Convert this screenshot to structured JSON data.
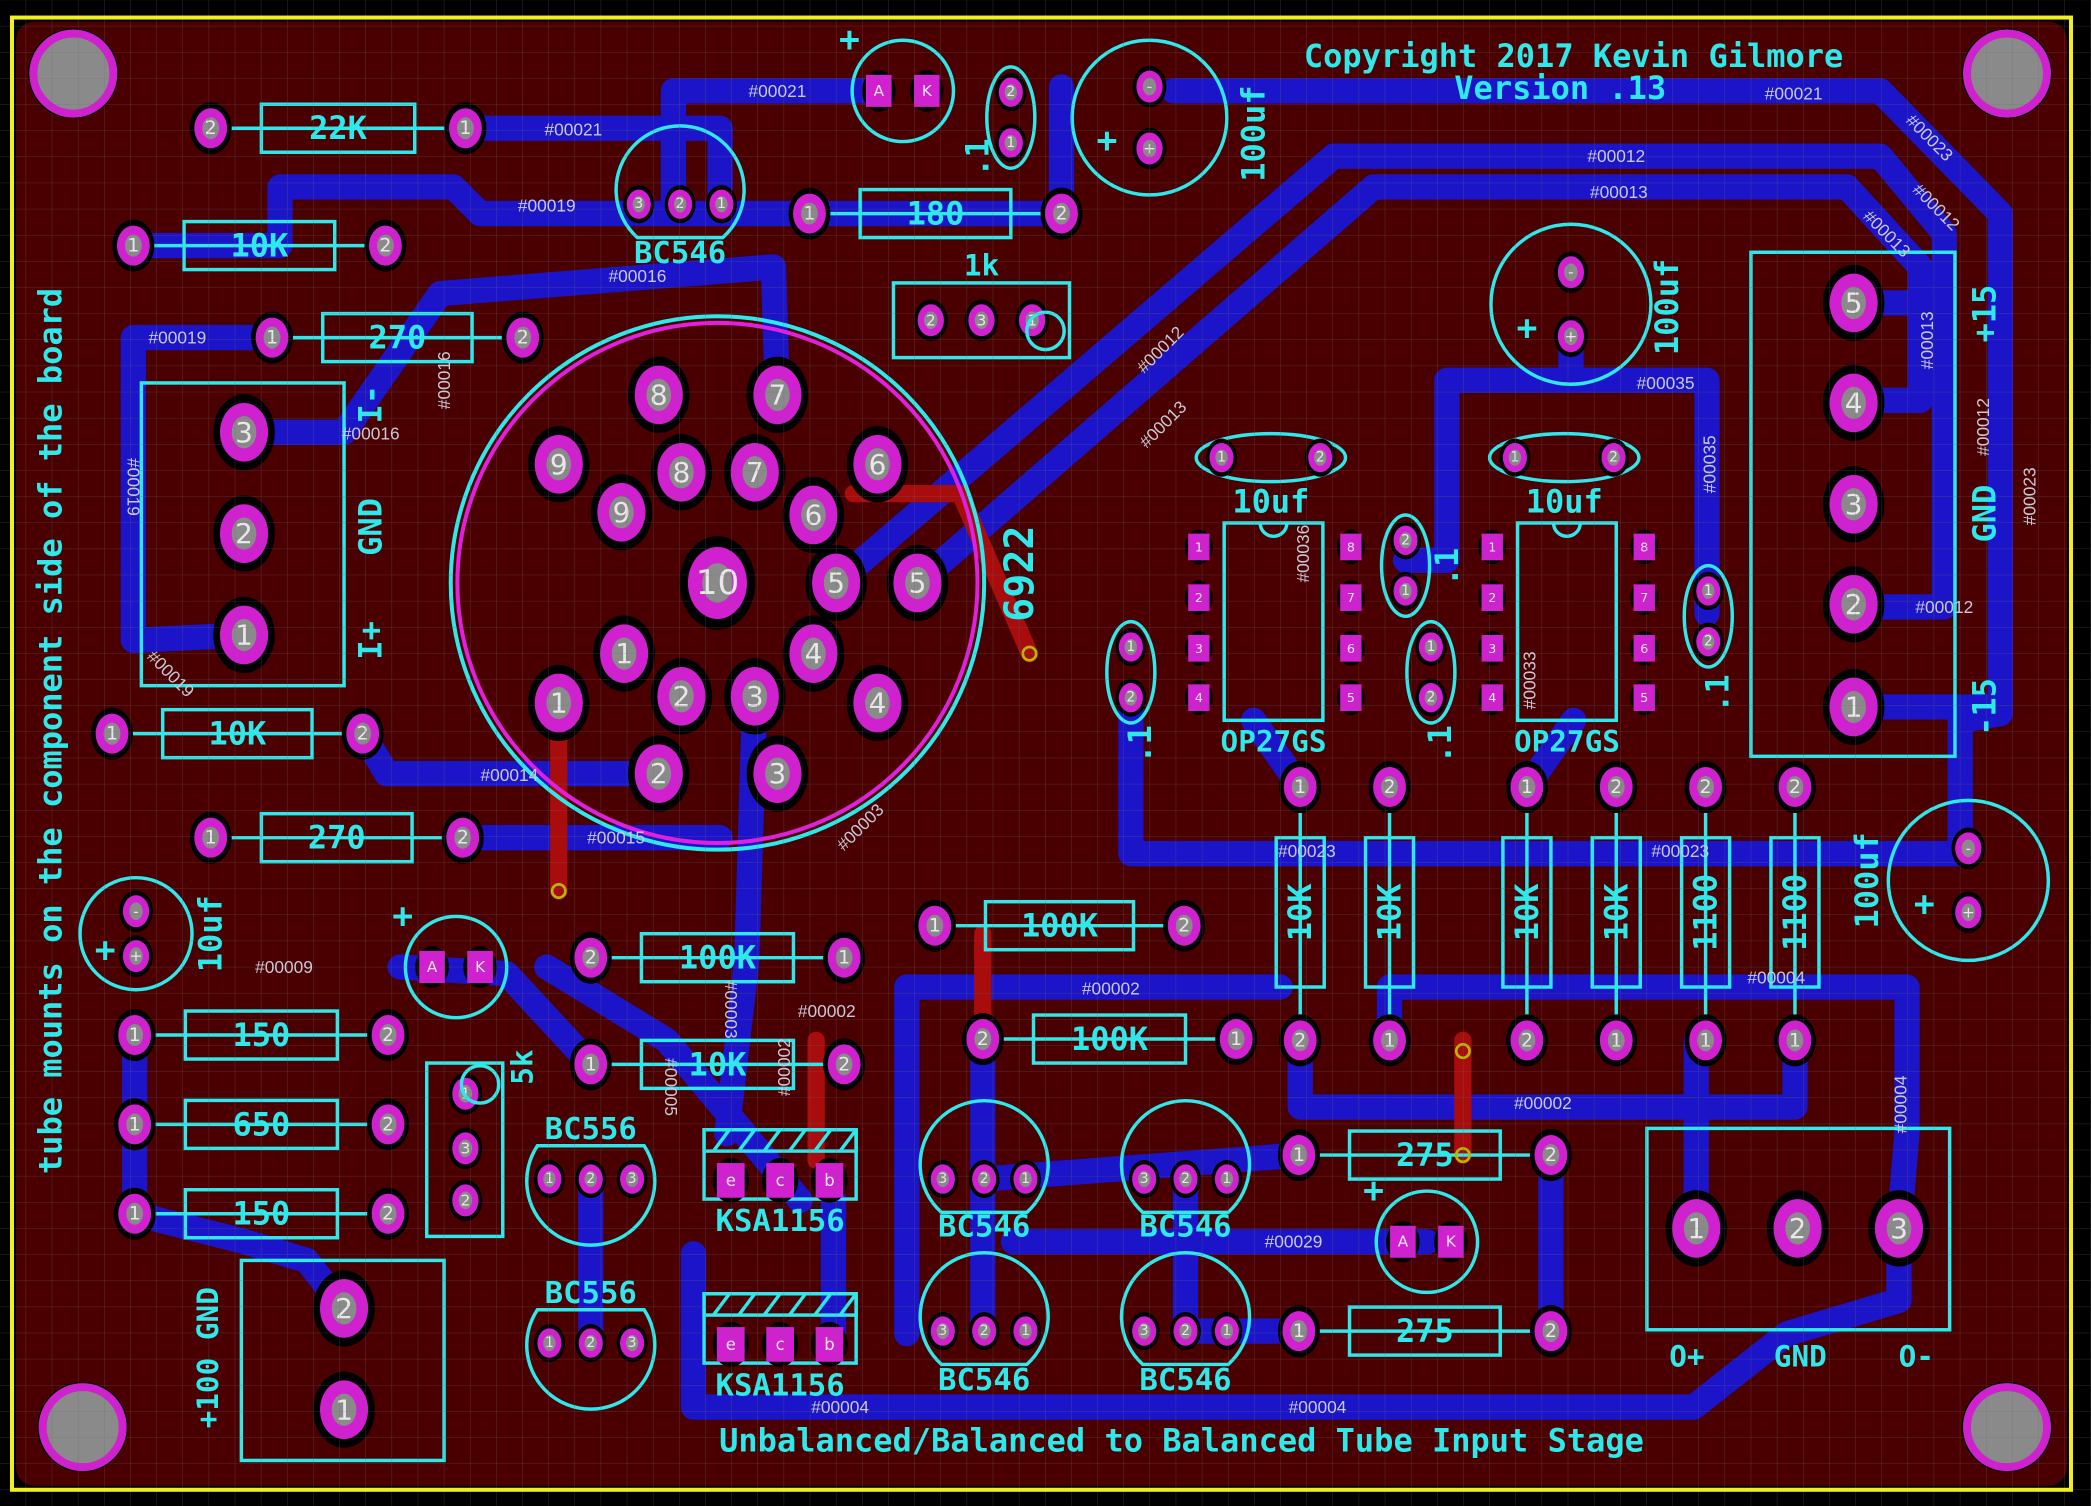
{
  "board": {
    "title": "Copyright 2017 Kevin Gilmore",
    "version": "Version .13",
    "subtitle": "Unbalanced/Balanced to Balanced Tube Input Stage",
    "side_note": "tube mounts on the component side of the board",
    "tube_label": "6922"
  },
  "colors": {
    "board": "#4a0000",
    "trace_bottom": "#1c14c8",
    "trace_top": "#a80c0c",
    "silk": "#2ee8ea",
    "pad": "#d020d0",
    "outline": "#f0f020"
  },
  "resistors_h": [
    {
      "v": "22K",
      "p": [
        "2",
        "1"
      ]
    },
    {
      "v": "10K",
      "p": [
        "1",
        "2"
      ]
    },
    {
      "v": "270",
      "p": [
        "1",
        "2"
      ]
    },
    {
      "v": "10K",
      "p": [
        "1",
        "2"
      ]
    },
    {
      "v": "270",
      "p": [
        "1",
        "2"
      ]
    },
    {
      "v": "180",
      "p": [
        "1",
        "2"
      ]
    },
    {
      "v": "100K",
      "p": [
        "2",
        "1"
      ]
    },
    {
      "v": "10K",
      "p": [
        "1",
        "2"
      ]
    },
    {
      "v": "100K",
      "p": [
        "1",
        "2"
      ]
    },
    {
      "v": "100K",
      "p": [
        "2",
        "1"
      ]
    },
    {
      "v": "150",
      "p": [
        "1",
        "2"
      ]
    },
    {
      "v": "650",
      "p": [
        "1",
        "2"
      ]
    },
    {
      "v": "150",
      "p": [
        "1",
        "2"
      ]
    },
    {
      "v": "275",
      "p": [
        "1",
        "2"
      ]
    },
    {
      "v": "275",
      "p": [
        "1",
        "2"
      ]
    }
  ],
  "resistors_v": [
    {
      "v": "10K",
      "p": [
        "1",
        "2"
      ]
    },
    {
      "v": "10K",
      "p": [
        "2",
        "1"
      ]
    },
    {
      "v": "10K",
      "p": [
        "1",
        "2"
      ]
    },
    {
      "v": "10K",
      "p": [
        "2",
        "1"
      ]
    },
    {
      "v": "1100",
      "p": [
        "2",
        "1"
      ]
    },
    {
      "v": "1100",
      "p": [
        "2",
        "1"
      ]
    }
  ],
  "tube_pins": [
    "8",
    "7",
    "9",
    "8",
    "7",
    "6",
    "9",
    "6",
    "10",
    "5",
    "5",
    "1",
    "4",
    "1",
    "2",
    "3",
    "4",
    "2",
    "3"
  ],
  "connectors": [
    {
      "pins": [
        "3",
        "2",
        "1"
      ],
      "labels": [
        "I-",
        "GND",
        "I+"
      ]
    },
    {
      "pins": [
        "5",
        "4",
        "3",
        "2",
        "1"
      ],
      "labels": [
        "+15",
        "GND",
        "-15"
      ]
    },
    {
      "pins": [
        "1",
        "2",
        "3"
      ],
      "labels": [
        "O+",
        "GND",
        "O-"
      ]
    },
    {
      "pins": [
        "2",
        "1"
      ],
      "labels": [
        "+100 GND"
      ]
    }
  ],
  "electrolytics": [
    {
      "v": "100uf",
      "p": [
        "-",
        "+"
      ],
      "plus": "+"
    },
    {
      "v": "100uf",
      "p": [
        "-",
        "+"
      ],
      "plus": "+"
    },
    {
      "v": "100uf",
      "p": [
        "-",
        "+"
      ],
      "plus": "+"
    },
    {
      "v": "10uf",
      "p": [
        "-",
        "+"
      ],
      "plus": "+"
    }
  ],
  "film_caps": [
    {
      "v": ".1",
      "p": [
        "2",
        "1"
      ]
    },
    {
      "v": "10uf",
      "p": [
        "1",
        "2"
      ]
    },
    {
      "v": "10uf",
      "p": [
        "1",
        "2"
      ]
    },
    {
      "v": ".1",
      "p": [
        "1",
        "2"
      ]
    },
    {
      "v": ".1",
      "p": [
        "2",
        "1"
      ]
    },
    {
      "v": ".1",
      "p": [
        "1",
        "2"
      ]
    },
    {
      "v": ".1",
      "p": [
        "1",
        "2"
      ]
    }
  ],
  "diodes": [
    {
      "p": [
        "A",
        "K"
      ],
      "plus": "+"
    },
    {
      "p": [
        "A",
        "K"
      ],
      "plus": "+"
    },
    {
      "p": [
        "A",
        "K"
      ],
      "plus": "+"
    }
  ],
  "opamps": [
    {
      "v": "OP27GS",
      "p": [
        "1",
        "2",
        "3",
        "4",
        "8",
        "7",
        "6",
        "5"
      ]
    },
    {
      "v": "OP27GS",
      "p": [
        "1",
        "2",
        "3",
        "4",
        "8",
        "7",
        "6",
        "5"
      ]
    }
  ],
  "transistors": [
    {
      "v": "BC546",
      "p": [
        "3",
        "2",
        "1"
      ]
    },
    {
      "v": "BC556",
      "p": [
        "1",
        "2",
        "3"
      ]
    },
    {
      "v": "BC556",
      "p": [
        "1",
        "2",
        "3"
      ]
    },
    {
      "v": "BC546",
      "p": [
        "3",
        "2",
        "1"
      ]
    },
    {
      "v": "BC546",
      "p": [
        "3",
        "2",
        "1"
      ]
    },
    {
      "v": "BC546",
      "p": [
        "3",
        "2",
        "1"
      ]
    },
    {
      "v": "BC546",
      "p": [
        "3",
        "2",
        "1"
      ]
    },
    {
      "v": "KSA1156",
      "p": [
        "e",
        "c",
        "b"
      ]
    },
    {
      "v": "KSA1156",
      "p": [
        "e",
        "c",
        "b"
      ]
    }
  ],
  "trimpots": [
    {
      "v": "1k",
      "p": [
        "2",
        "3",
        "1"
      ]
    },
    {
      "v": "5k",
      "p": [
        "1",
        "3",
        "2"
      ]
    }
  ],
  "nets": [
    "#00021",
    "#00021",
    "#00019",
    "#00016",
    "#00019",
    "#00016",
    "#00016",
    "#00019",
    "#00019",
    "#00014",
    "#00015",
    "#00003",
    "#00012",
    "#00013",
    "#00012",
    "#00013",
    "#00023",
    "#00012",
    "#00013",
    "#00013",
    "#00035",
    "#00035",
    "#00012",
    "#00023",
    "#00012",
    "#00036",
    "#00033",
    "#00023",
    "#00023",
    "#00004",
    "#00002",
    "#00002",
    "#00002",
    "#00004",
    "#00003",
    "#00005",
    "#00002",
    "#00009",
    "#00029",
    "#00004",
    "#00004",
    "#00021"
  ]
}
